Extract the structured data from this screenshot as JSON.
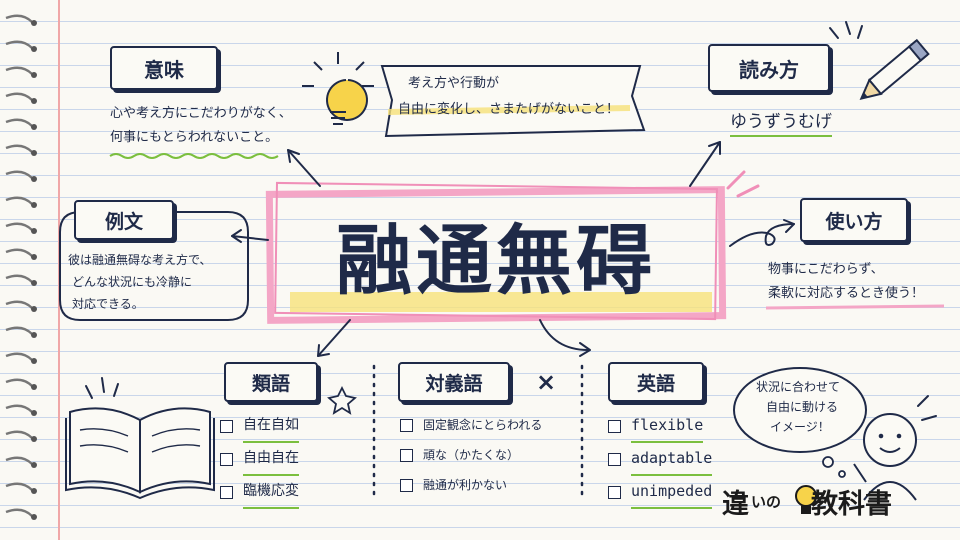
{
  "title": "融通無碍",
  "banner": {
    "line1": "考え方や行動が",
    "line2": "自由に変化し、さまたげがないこと！"
  },
  "meaning": {
    "heading": "意味",
    "line1": "心や考え方にこだわりがなく、",
    "line2": "何事にもとらわれないこと。"
  },
  "reading": {
    "heading": "読み方",
    "value": "ゆうずうむげ"
  },
  "example": {
    "heading": "例文",
    "line1": "彼は融通無碍な考え方で、",
    "line2": "どんな状況にも冷静に",
    "line3": "対応できる。"
  },
  "usage": {
    "heading": "使い方",
    "line1": "物事にこだわらず、",
    "line2": "柔軟に対応するとき使う！"
  },
  "synonyms": {
    "heading": "類語",
    "items": [
      "自在自如",
      "自由自在",
      "臨機応変"
    ]
  },
  "antonyms": {
    "heading": "対義語",
    "mark": "×",
    "items": [
      "固定観念にとらわれる",
      "頑な（かたくな）",
      "融通が利かない"
    ]
  },
  "english": {
    "heading": "英語",
    "items": [
      "flexible",
      "adaptable",
      "unimpeded"
    ]
  },
  "bubble": {
    "line1": "状況に合わせて",
    "line2": "自由に動ける",
    "line3": "イメージ！"
  },
  "logo": {
    "part1": "違",
    "part2": "いの",
    "part3": "教科書"
  },
  "colors": {
    "ink": "#1f2a48",
    "highlight_pink": "#f4a6c6",
    "highlight_yellow": "#f7e27a",
    "underline_green": "#7bbf3e"
  }
}
